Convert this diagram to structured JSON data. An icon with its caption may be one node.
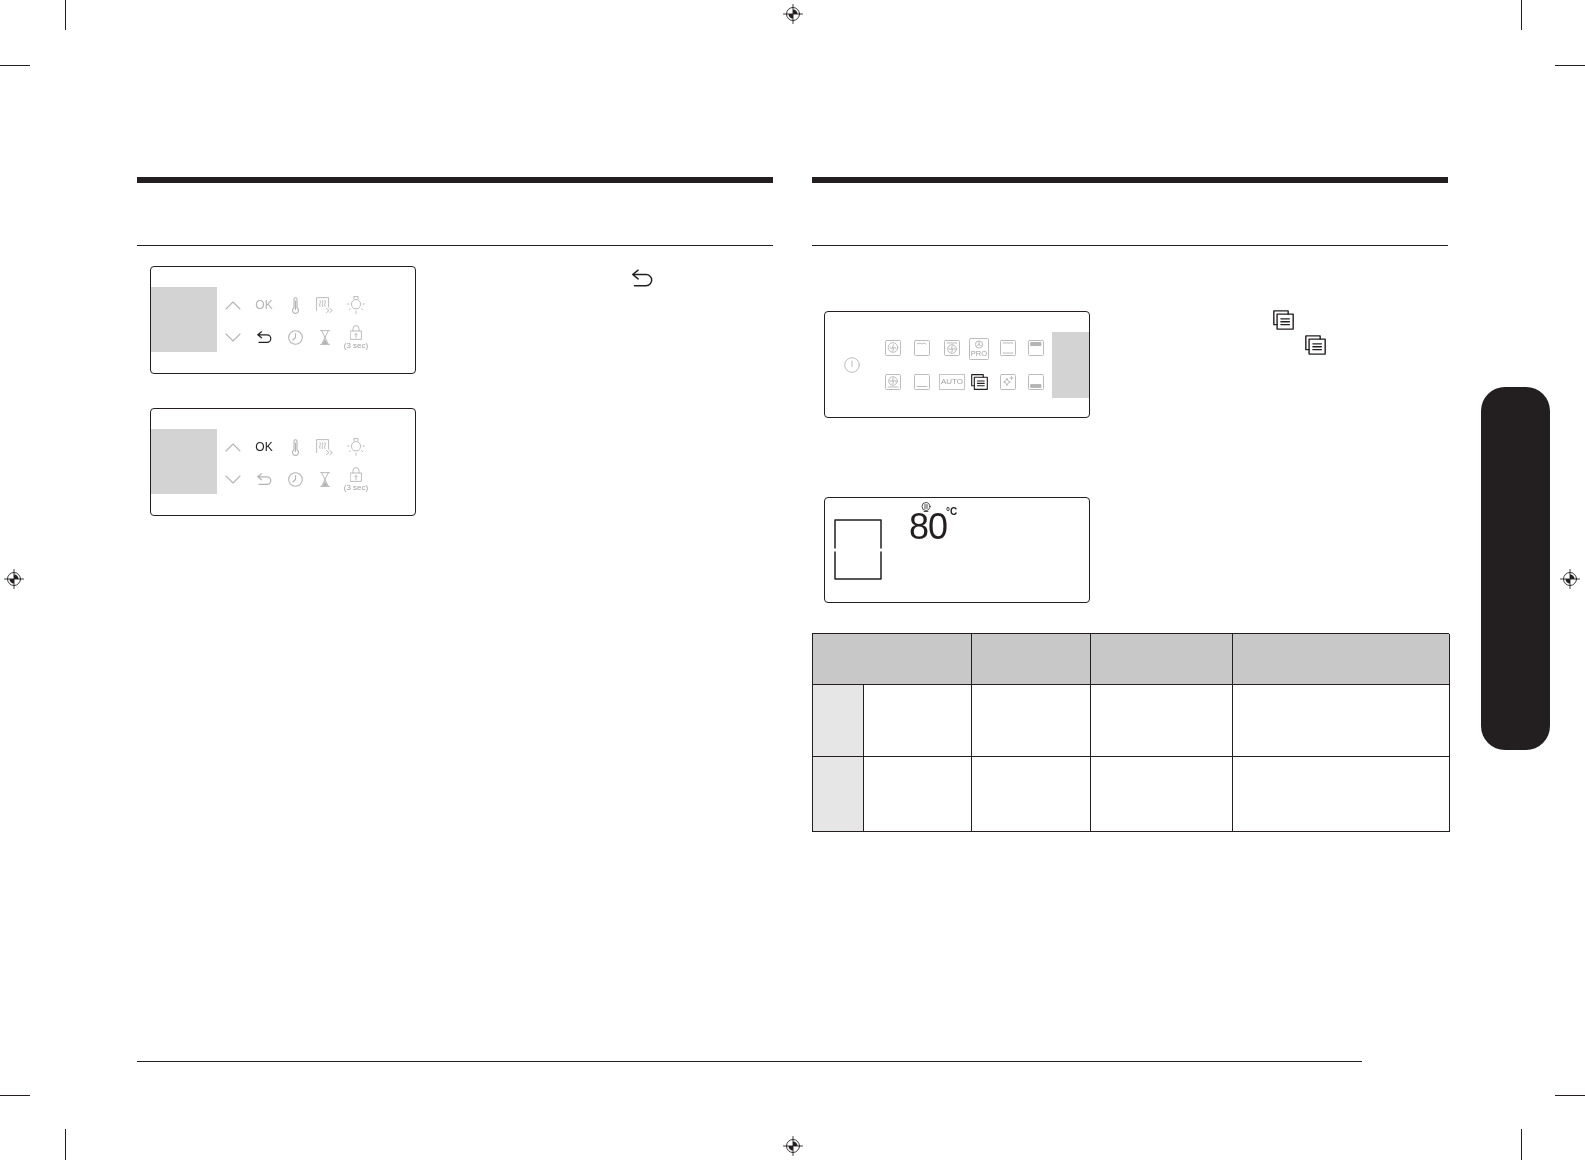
{
  "diagram": {
    "nodes": [
      {
        "text": [],
        "shape": "box"
      }
    ],
    "labels": [
      "OK",
      "(3 sec)",
      "OK",
      "(3 sec)",
      "PRO",
      "AUTO",
      "80",
      "°C"
    ]
  }
}
